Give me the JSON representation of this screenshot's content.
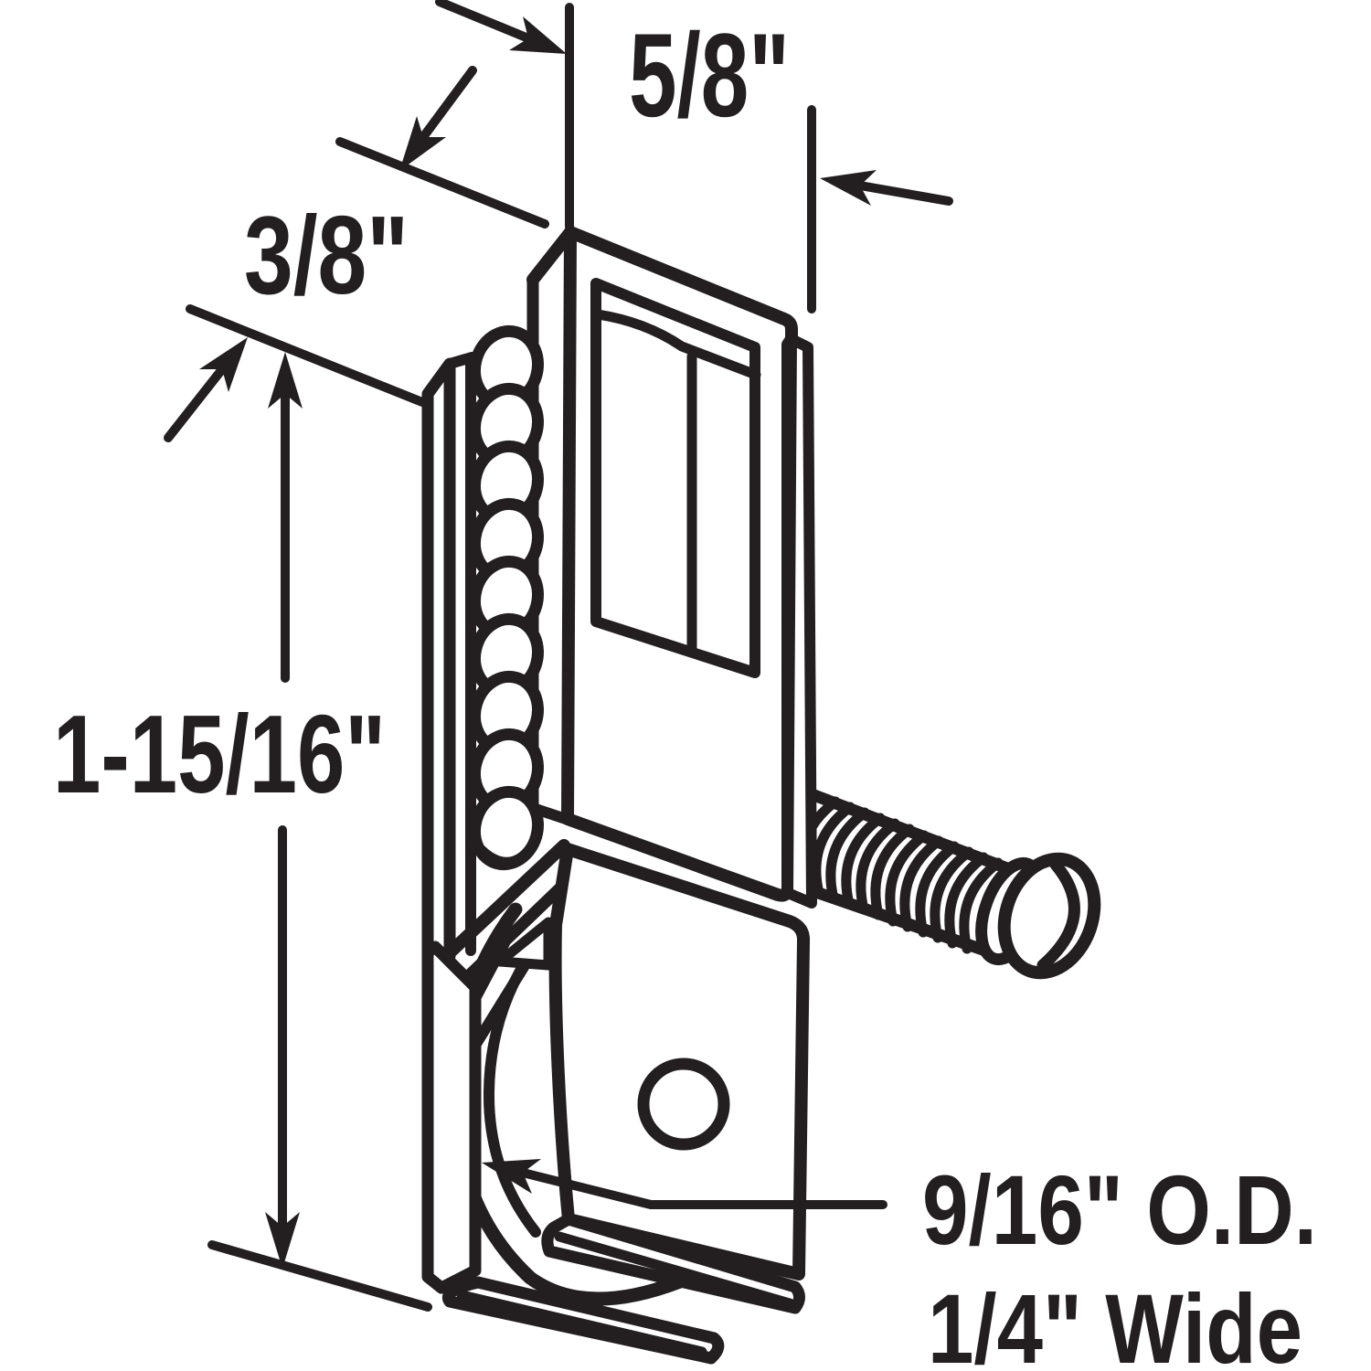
{
  "figure": {
    "kind": "technical-line-drawing",
    "subject_icon": "sliding-door-roller-assembly-diagram",
    "background_color": "#ffffff",
    "line_color": "#231f20"
  },
  "labels": {
    "top_width": "5/8\"",
    "top_depth": "3/8\"",
    "overall_height": "1-15/16\"",
    "wheel_diameter": "9/16\" O.D.",
    "wheel_width": "1/4\" Wide"
  }
}
